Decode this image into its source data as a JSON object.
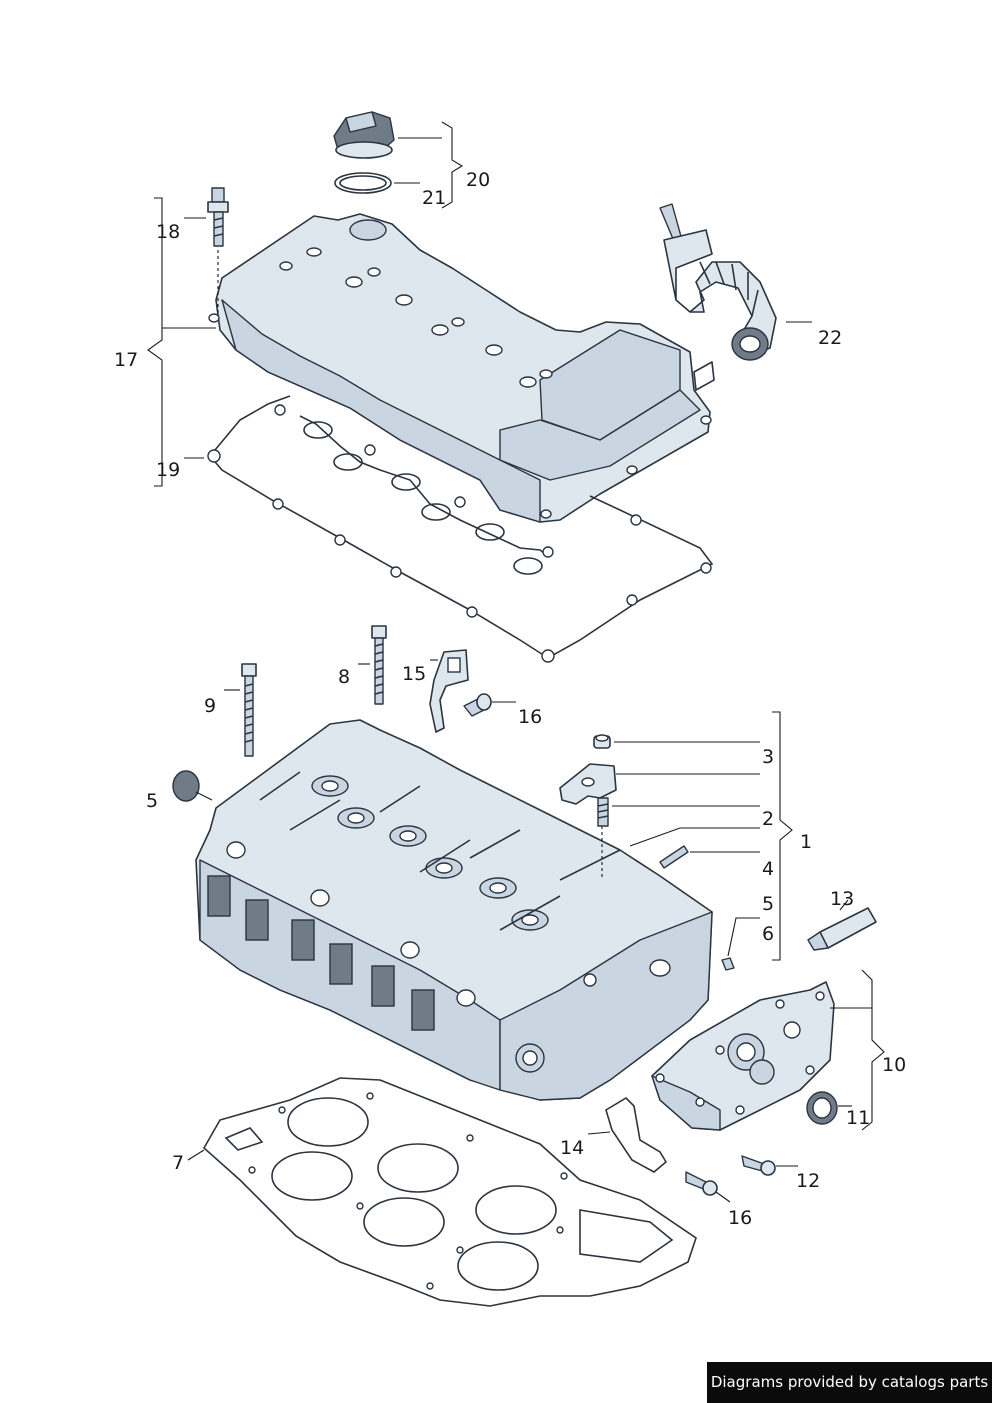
{
  "callouts": {
    "c1": "1",
    "c2": "2",
    "c3": "3",
    "c4": "4",
    "c5a": "5",
    "c5b": "5",
    "c6": "6",
    "c7": "7",
    "c8": "8",
    "c9": "9",
    "c10": "10",
    "c11": "11",
    "c12": "12",
    "c13": "13",
    "c14": "14",
    "c15": "15",
    "c16a": "16",
    "c16b": "16",
    "c17": "17",
    "c18": "18",
    "c19": "19",
    "c20": "20",
    "c21": "21",
    "c22": "22"
  },
  "credit": "Diagrams provided by catalogs parts"
}
